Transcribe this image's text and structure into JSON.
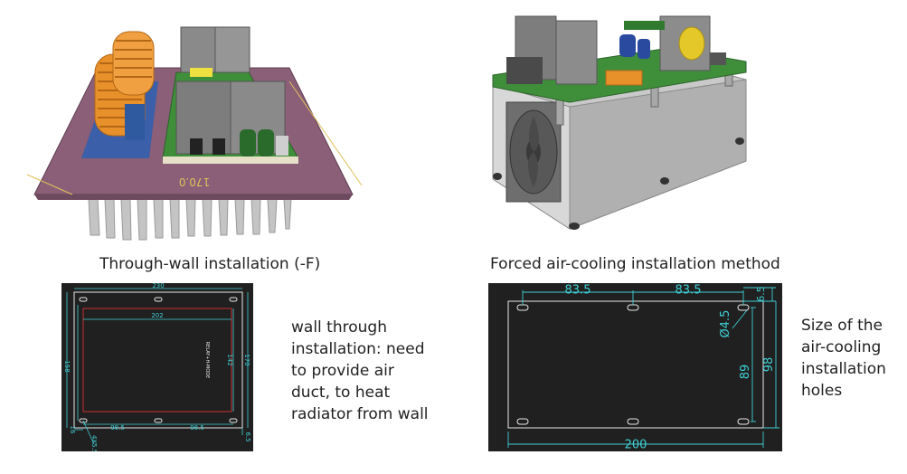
{
  "left_panel": {
    "caption": "Through-wall installation (-F)",
    "render_dimension": "170.0",
    "drawing_labels": {
      "overall_width": "230",
      "inner_width": "202",
      "overall_height": "170",
      "inner_height": "142",
      "left_height": "158",
      "hole_spacing_left": "98.5",
      "hole_spacing_right": "98.5",
      "bottom_offset": "6.5",
      "left_offset": "16",
      "hole_size": "4X5.5",
      "inner_text": "RELAY+H-MODE"
    },
    "note": "wall through\ninstallation:  need\nto provide air\nduct, to heat\nradiator from wall"
  },
  "right_panel": {
    "caption": "Forced air-cooling installation method",
    "drawing_labels": {
      "hole_spacing_1": "83.5",
      "hole_spacing_2": "83.5",
      "top_offset": "6.5",
      "hole_diameter": "Ø4.5",
      "hole_vertical_spacing": "89",
      "overall_height": "98",
      "overall_width": "200"
    },
    "note": "Size of the\nair-cooling\ninstallation\nholes"
  },
  "colors": {
    "drawing_bg": "#202020",
    "dimension_cyan": "#3fd0d6",
    "outline_white": "#e8e8e8",
    "inner_red": "#c83030",
    "mounting_plate": "#8a5f77",
    "heatsink_gray": "#bdbdbd",
    "coil_orange": "#e8902a",
    "pcb_green": "#3f8f3a"
  }
}
